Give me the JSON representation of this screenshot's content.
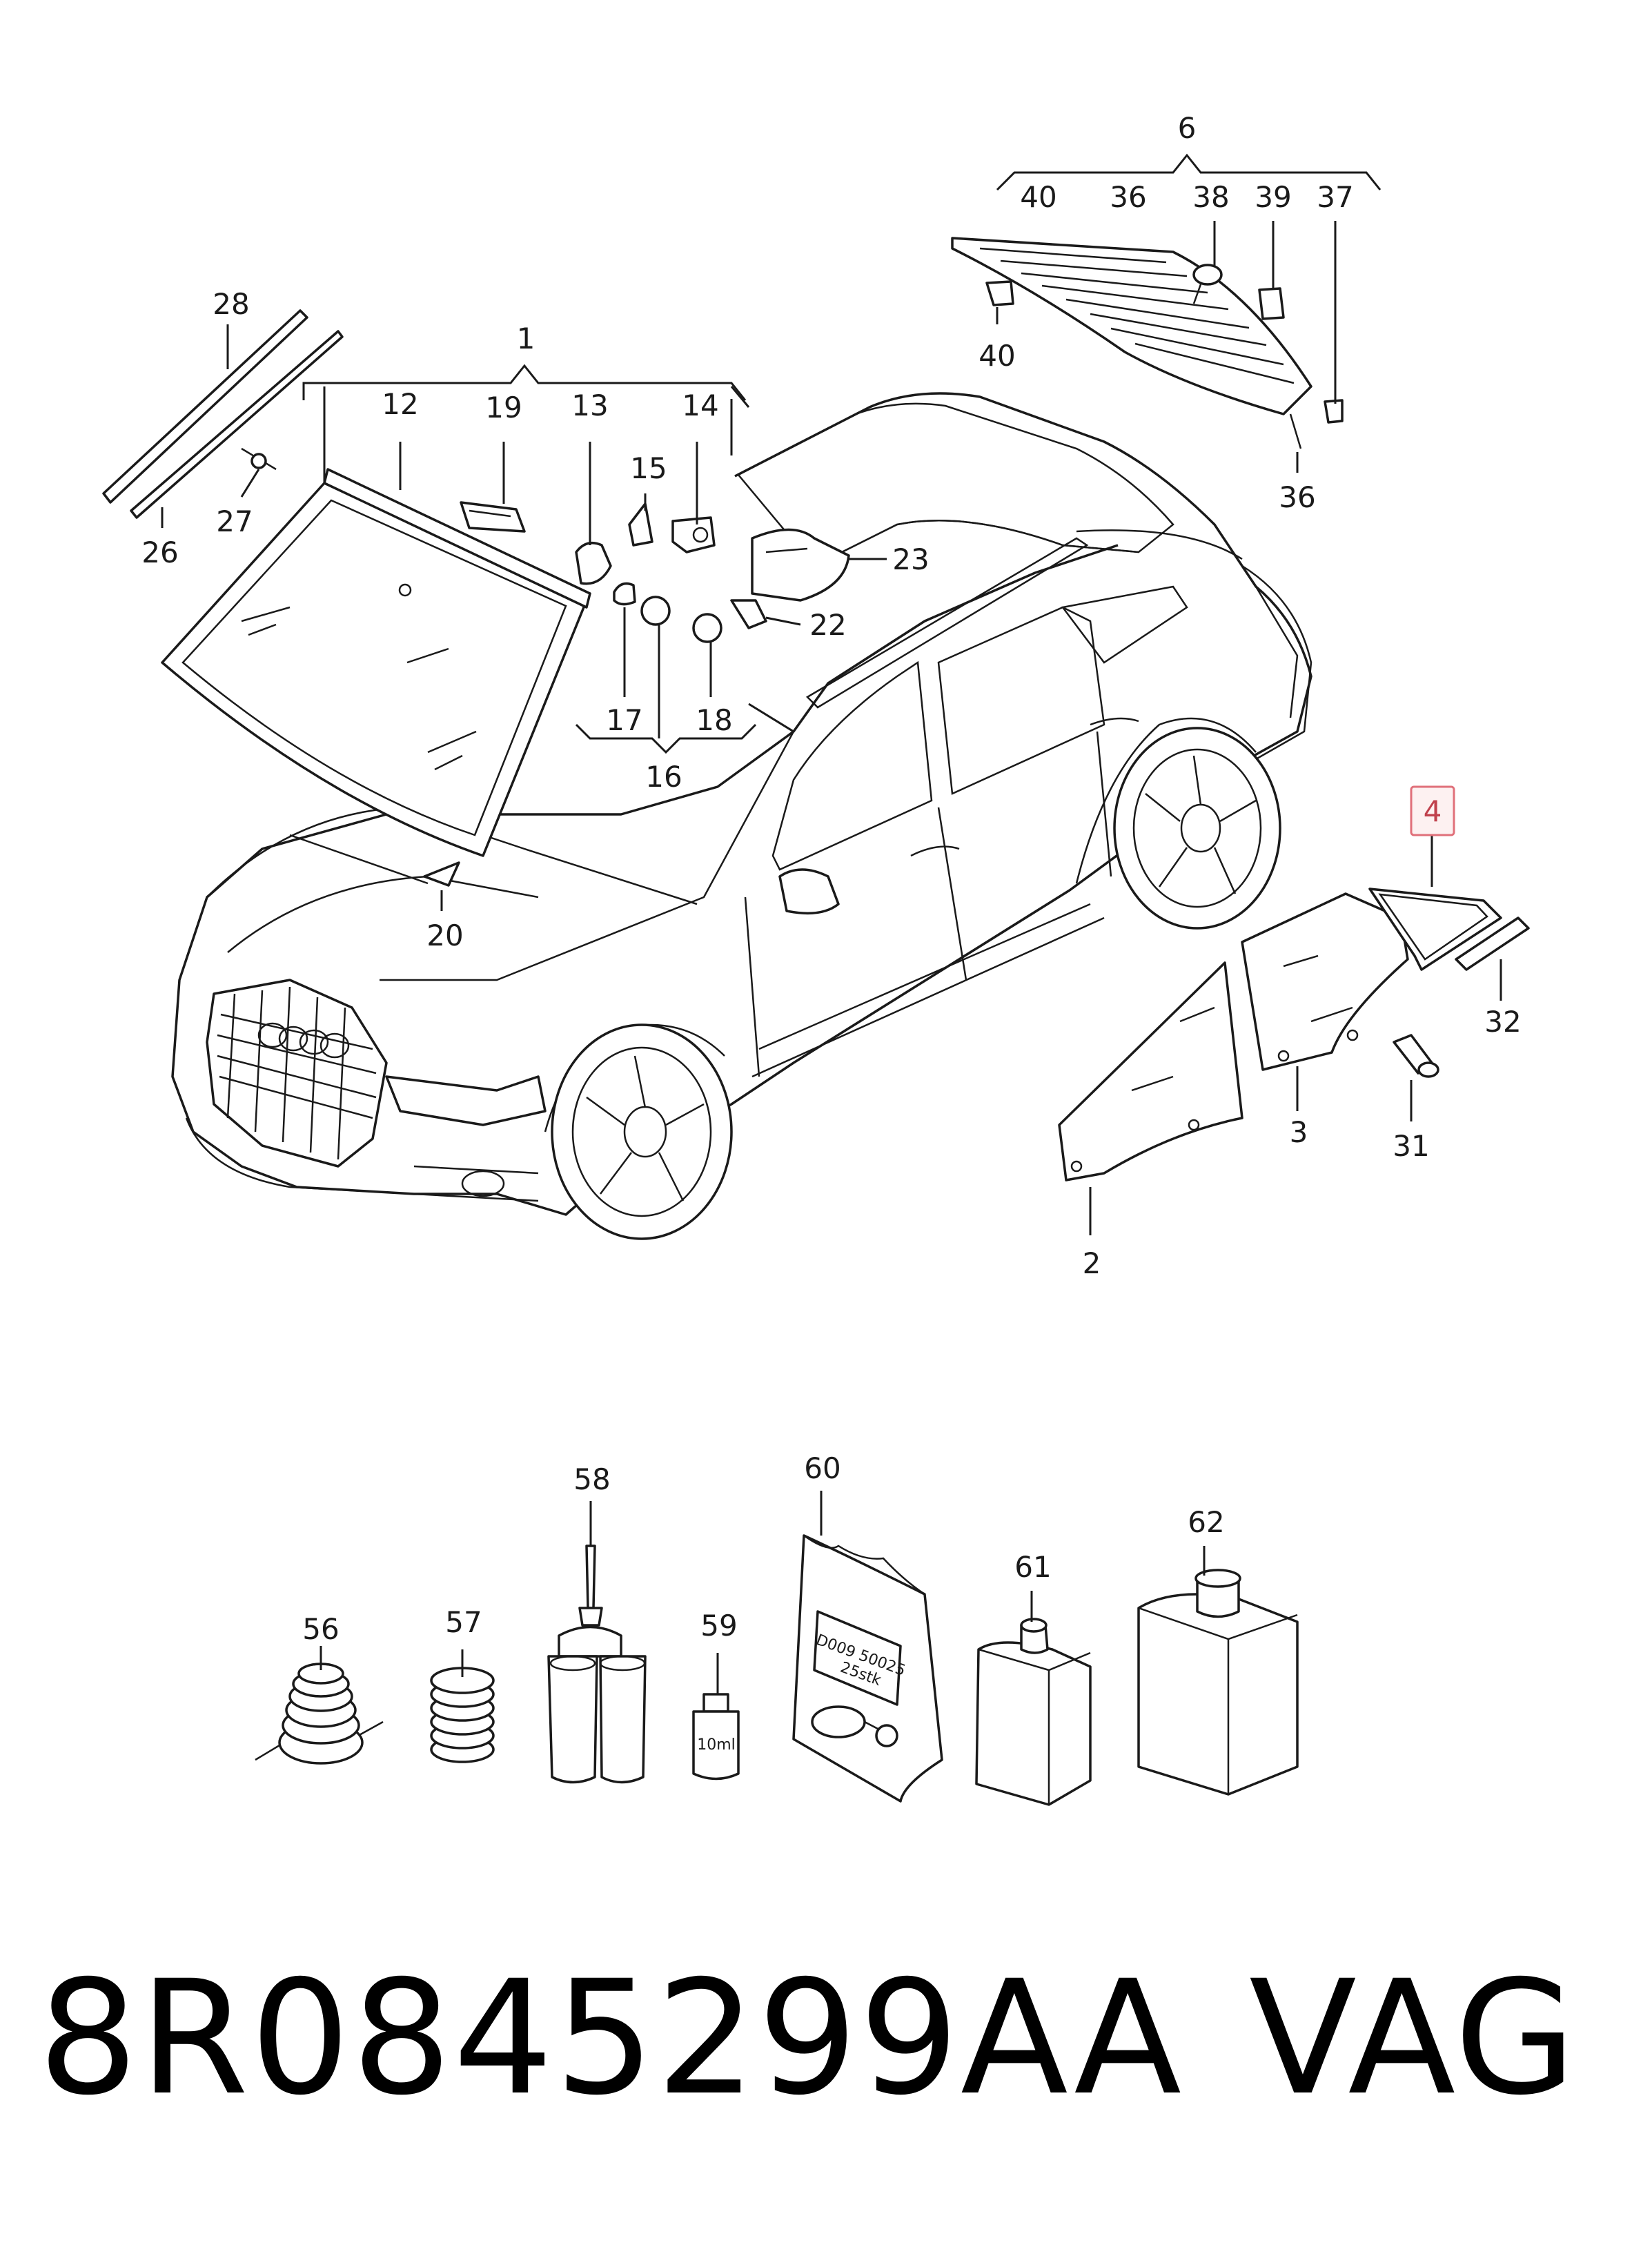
{
  "callouts": {
    "c1": "1",
    "c2": "2",
    "c3": "3",
    "c4": "4",
    "c6": "6",
    "c12": "12",
    "c13": "13",
    "c14": "14",
    "c15": "15",
    "c16": "16",
    "c17": "17",
    "c18": "18",
    "c19": "19",
    "c20": "20",
    "c22": "22",
    "c23": "23",
    "c26": "26",
    "c27": "27",
    "c28": "28",
    "c31": "31",
    "c32": "32",
    "c36a": "36",
    "c36b": "36",
    "c37": "37",
    "c38": "38",
    "c39": "39",
    "c40a": "40",
    "c40b": "40",
    "c56": "56",
    "c57": "57",
    "c58": "58",
    "c59": "59",
    "c60": "60",
    "c61": "61",
    "c62": "62"
  },
  "product_labels": {
    "kit_label_line1": "D009 50025",
    "kit_label_line2": "25stk",
    "vial_label": "10ml"
  },
  "highlighted_callout": "4",
  "highlight_color": "#e0707a",
  "footer": {
    "part_number": "8R0845299AA",
    "brand": "VAG"
  }
}
